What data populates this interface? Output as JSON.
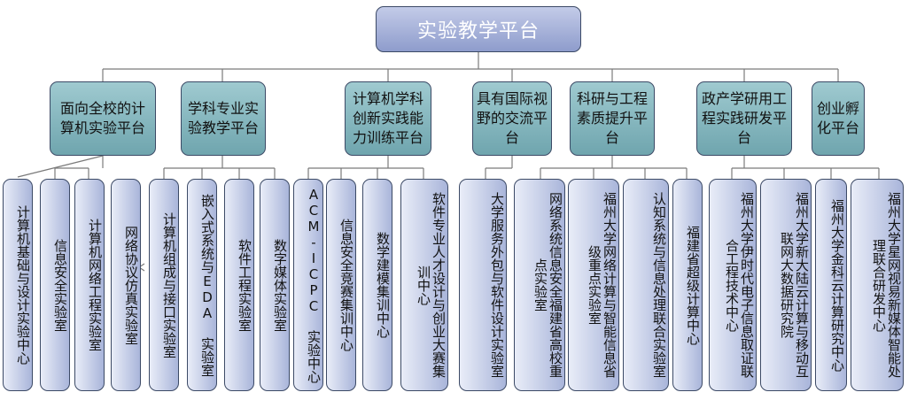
{
  "root": "实验教学平台",
  "platforms": [
    {
      "label": "面向全校的计算机实验平台",
      "items": [
        "计算机基础与设计实验中心",
        "信息安全实验室",
        "计算机网络工程实验室"
      ]
    },
    {
      "label": "学科专业实验教学平台",
      "items": [
        "网络协议仿真实验室",
        "计算机组成与接口实验室",
        "嵌入式系统与EDA 实验室",
        "软件工程实验室",
        "数字媒体实验室"
      ]
    },
    {
      "label": "计算机学科创新实践能力训练平台",
      "items": [
        "ACM-ICPC 实验中心",
        "信息安全竞赛集训中心",
        "数学建模集训中心",
        "软件专业人才设计与创业大赛集训中心"
      ]
    },
    {
      "label": "具有国际视野的交流平台",
      "items": [
        "大学服务外包与软件设计实验室"
      ]
    },
    {
      "label": "科研与工程素质提升平台",
      "items": [
        "网络系统信息安全福建省高校重点实验室",
        "福州大学网络计算与智能信息省级重点实验室",
        "认知系统与信息处理联合实验室",
        "福建省超级计算中心"
      ]
    },
    {
      "label": "政产学研用工程实践研发平台",
      "items": [
        "福州大学伊时代电子信息取证联合工程技术中心",
        "福州大学新大陆云计算与移动互联网大数据研究院",
        "福州大学金科云计算研究中心",
        "福州大学星网视易新媒体智能处理联合研发中心"
      ]
    },
    {
      "label": "创业孵化平台",
      "items": []
    }
  ],
  "colors": {
    "root": "#8e9ccc",
    "platform": "#7fb3bb",
    "leaf": "#c4cce8",
    "border": "#3c4a66"
  }
}
